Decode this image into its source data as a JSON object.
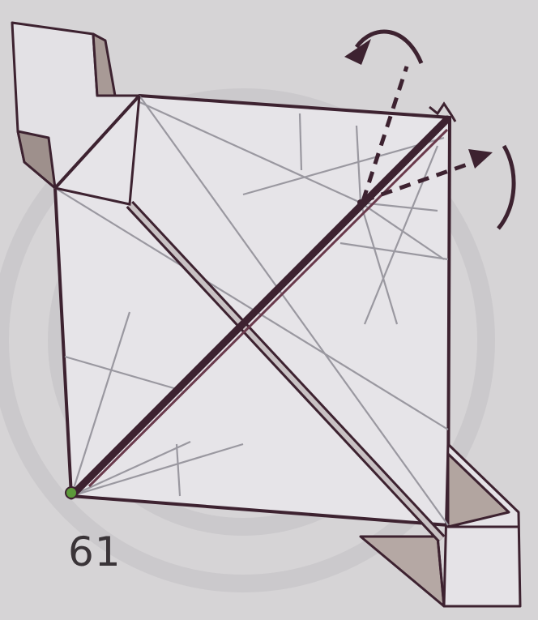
{
  "diagram": {
    "step_number": "61",
    "colors": {
      "background": "#d6d4d6",
      "paper": "#e6e4e8",
      "paper_shade": "#dcdadd",
      "colored_side": "#a89a96",
      "edge": "#3d2230",
      "crease": "#9a98a0",
      "arrow": "#3d2230",
      "point_marker": "#5c9a3a"
    },
    "arrows": [
      {
        "name": "valley-fold-arrow-up",
        "style": "dashed-curved"
      },
      {
        "name": "valley-fold-arrow-right",
        "style": "dashed-curved"
      }
    ]
  }
}
